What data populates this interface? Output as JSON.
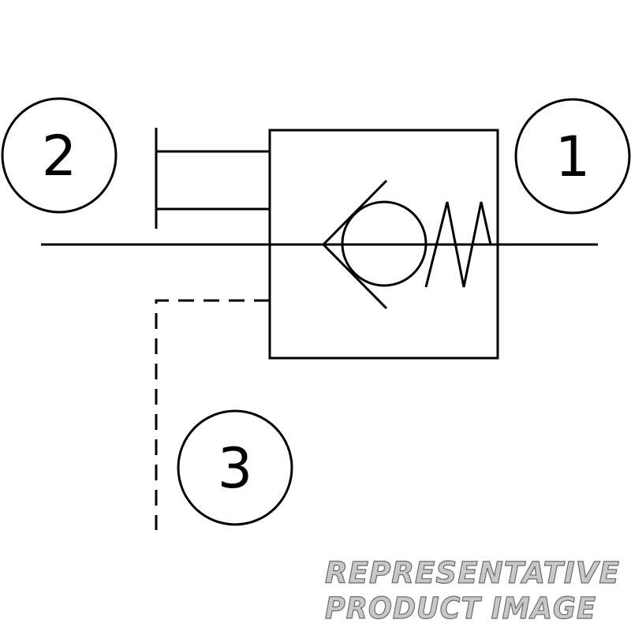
{
  "ports": [
    {
      "id": "port-2",
      "label": "2"
    },
    {
      "id": "port-1",
      "label": "1"
    },
    {
      "id": "port-3",
      "label": "3"
    }
  ],
  "watermark": {
    "line1": "REPRESENTATIVE",
    "line2": "PRODUCT IMAGE"
  },
  "colors": {
    "line": "#000000",
    "background": "#ffffff",
    "watermark_fill": "#c8c8c8",
    "watermark_stroke": "#6a6a6a"
  }
}
